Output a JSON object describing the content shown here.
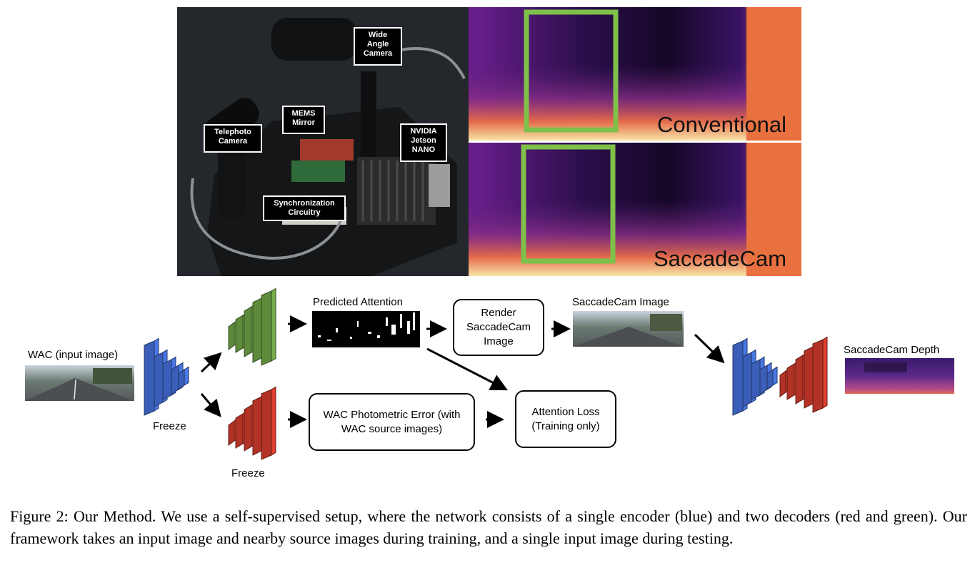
{
  "photo": {
    "callouts": {
      "wide_angle_camera": "Wide Angle Camera",
      "mems_mirror": "MEMS Mirror",
      "telephoto_camera": "Telephoto Camera",
      "nvidia_jetson_nano": "NVIDIA Jetson NANO",
      "synchronization_circuitry": "Synchronization Circuitry"
    }
  },
  "depth_panels": {
    "top_label": "Conventional",
    "bottom_label": "SaccadeCam",
    "highlight_color": "#7ec04a"
  },
  "diagram": {
    "wac_input_label": "WAC (input image)",
    "freeze_encoder_label": "Freeze",
    "freeze_decoder_label": "Freeze",
    "predicted_attention_label": "Predicted Attention",
    "render_box": "Render SaccadeCam Image",
    "saccadecam_image_label": "SaccadeCam Image",
    "saccadecam_depth_label": "SaccadeCam Depth",
    "photometric_box": "WAC Photometric Error (with WAC source images)",
    "attention_loss_box": "Attention Loss (Training only)",
    "colors": {
      "encoder": "#3b5fb8",
      "decoder_red": "#b33226",
      "decoder_green": "#5e8a3c"
    }
  },
  "caption": "Figure 2: Our Method. We use a self-supervised setup, where the network consists of a single encoder (blue) and two decoders (red and green). Our framework takes an input image and nearby source images during training, and a single input image during testing."
}
